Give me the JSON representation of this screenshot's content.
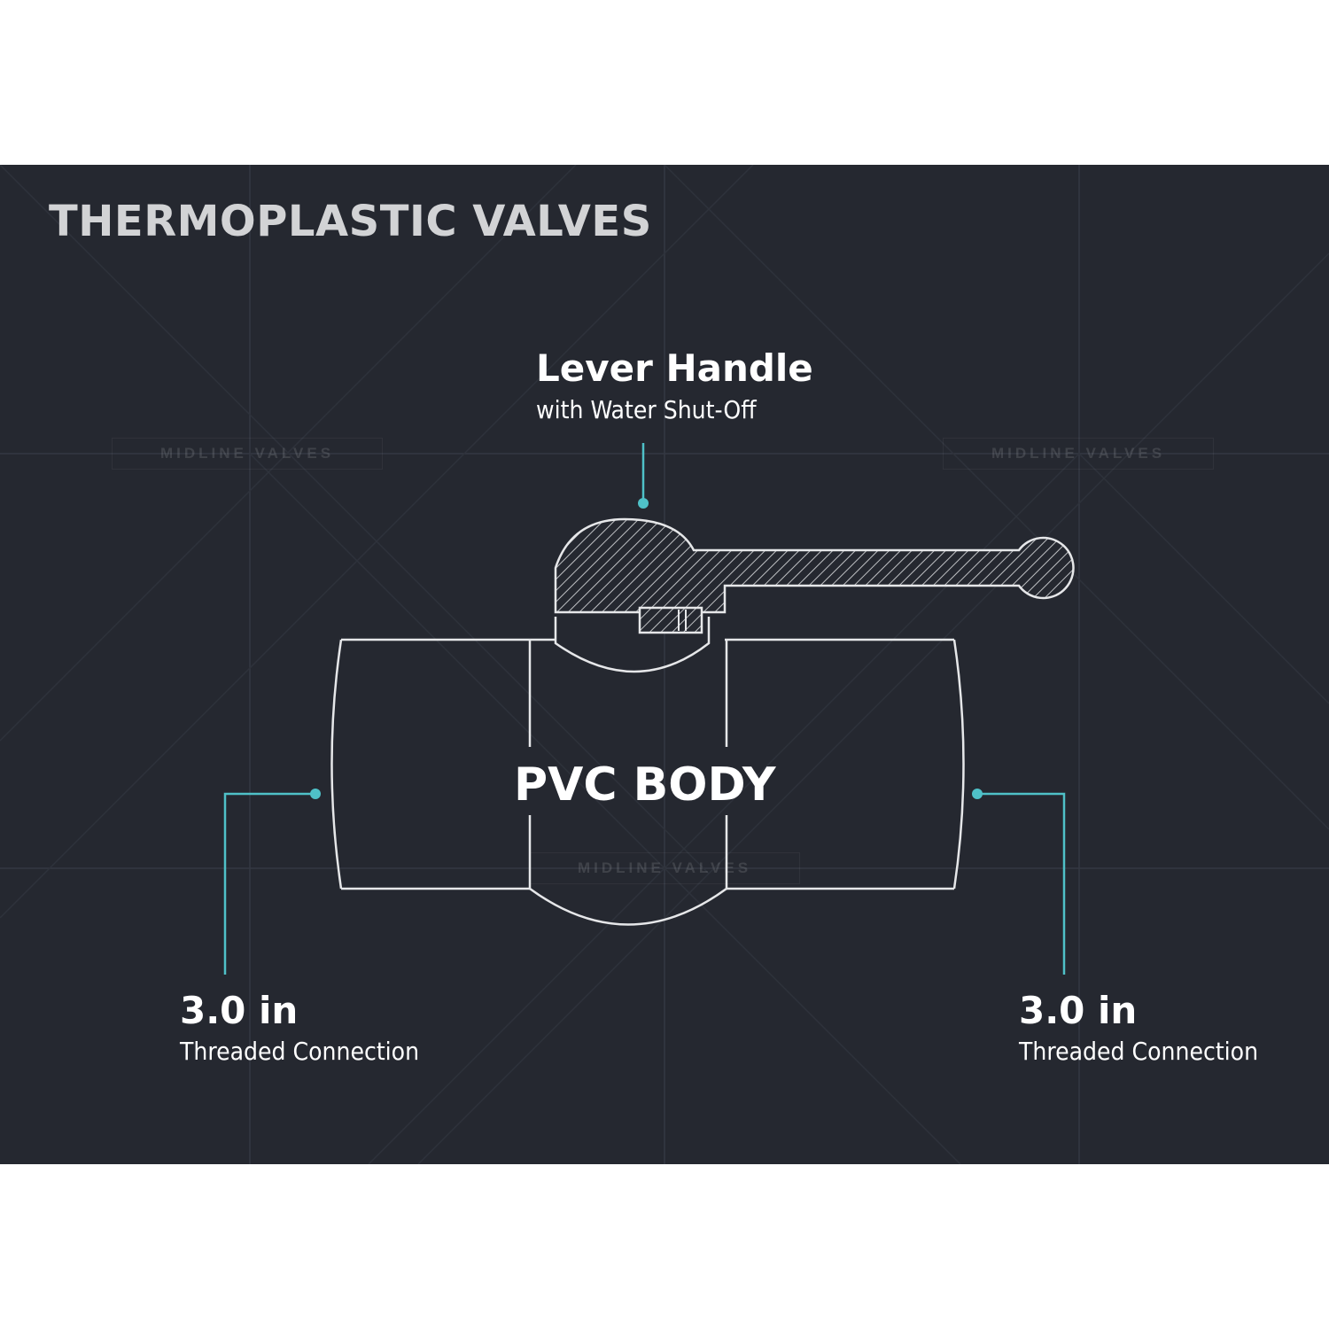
{
  "title": "THERMOPLASTIC VALVES",
  "body_label": "PVC BODY",
  "handle": {
    "label": "Lever Handle",
    "sublabel": "with Water Shut-Off"
  },
  "left_connection": {
    "size": "3.0 in",
    "description": "Threaded Connection"
  },
  "right_connection": {
    "size": "3.0 in",
    "description": "Threaded Connection"
  },
  "watermark_text": "MIDLINE VALVES",
  "colors": {
    "background": "#252830",
    "callout": "#4fc1c8",
    "outline": "#e6e7e9",
    "text": "#ffffff"
  }
}
